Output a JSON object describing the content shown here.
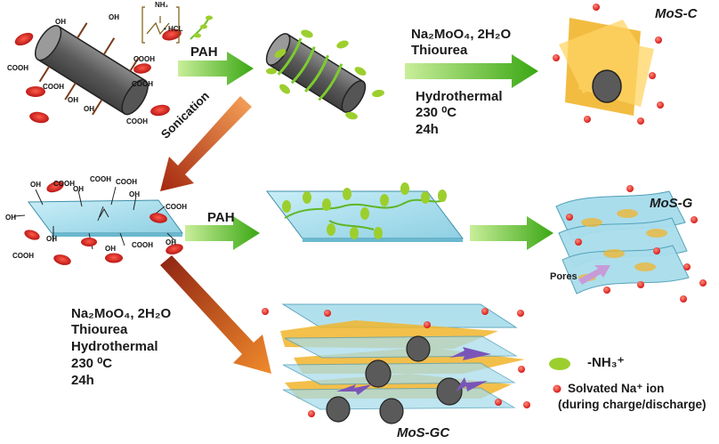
{
  "labels": {
    "pah_top": "PAH",
    "pah_mid": "PAH",
    "sonication": "Sonication",
    "reagent_top": "Na₂MoO₄, 2H₂O",
    "thiourea_top": "Thiourea",
    "hydrothermal_top": "Hydrothermal",
    "temp_top": "230 ⁰C",
    "time_top": "24h",
    "reagent_bottom": "Na₂MoO₄, 2H₂O",
    "thiourea_bottom": "Thiourea",
    "hydrothermal_bottom": "Hydrothermal",
    "temp_bottom": "230 ⁰C",
    "time_bottom": "24h",
    "pores": "Pores",
    "hcl": "• HCL",
    "nh2": "NH₂"
  },
  "products": {
    "mos_c": "MoS-C",
    "mos_g": "MoS-G",
    "mos_gc": "MoS-GC"
  },
  "functional_groups": {
    "cooh": "COOH",
    "oh": "OH"
  },
  "legend": {
    "nh3": "-NH₃⁺",
    "na_line1": "Solvated Na⁺ ion",
    "na_line2": "(during charge/discharge)"
  },
  "colors": {
    "green_arrow": "#5ec21d",
    "orange_arrow": "#e8661e",
    "dark_red_arrow": "#9b2a14",
    "cnt_gray": "#6e6e6e",
    "graphene_blue": "#a9ddec",
    "mos2_yellow": "#f1b52c",
    "na_red": "#e32222",
    "red_cell": "#d51b1b",
    "leaf_green": "#9ccf2d"
  },
  "icons": [
    "cnt-cylinder-icon",
    "graphene-sheet-icon",
    "red-cell-icon",
    "leaf-icon",
    "na-ion-dot-icon",
    "pah-molecule-icon"
  ]
}
